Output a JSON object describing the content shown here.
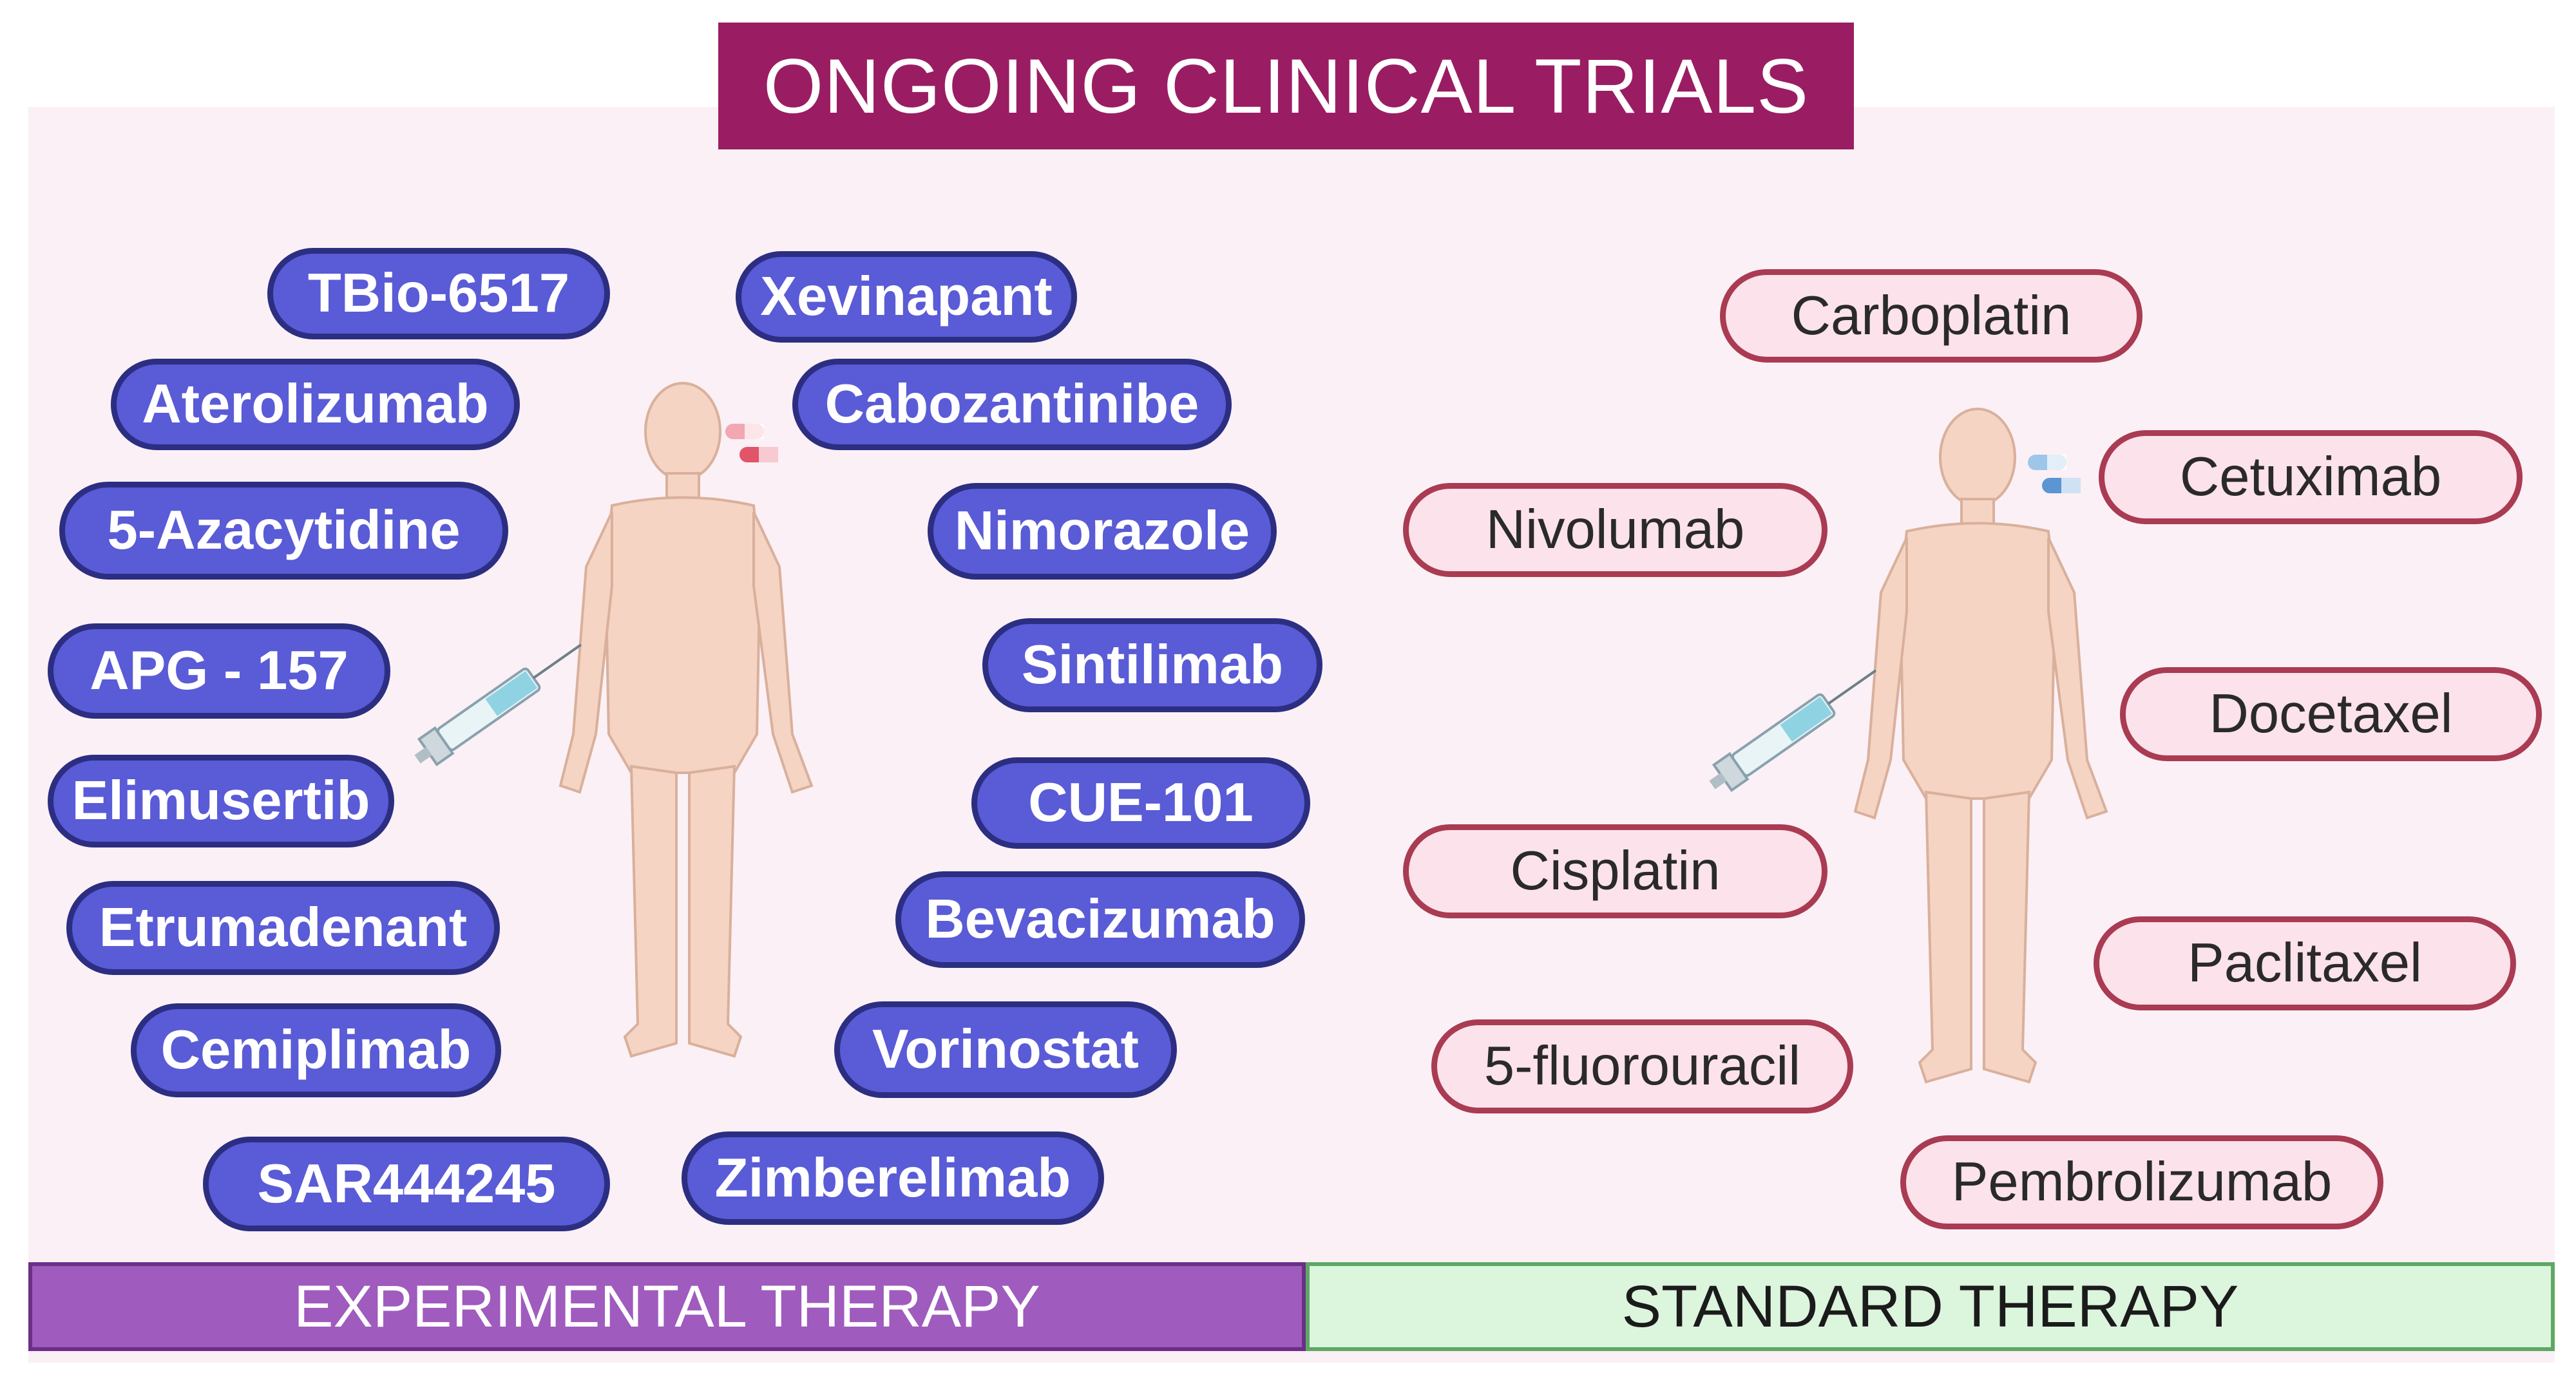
{
  "title": "ONGOING CLINICAL TRIALS",
  "experimental": {
    "label": "EXPERIMENTAL THERAPY",
    "drugs": [
      "TBio-6517",
      "Xevinapant",
      "Aterolizumab",
      "Cabozantinibe",
      "5-Azacytidine",
      "Nimorazole",
      "APG - 157",
      "Sintilimab",
      "Elimusertib",
      "CUE-101",
      "Etrumadenant",
      "Bevacizumab",
      "Cemiplimab",
      "Vorinostat",
      "SAR444245",
      "Zimberelimab"
    ]
  },
  "standard": {
    "label": "STANDARD THERAPY",
    "drugs": [
      "Carboplatin",
      "Cetuximab",
      "Nivolumab",
      "Docetaxel",
      "Cisplatin",
      "Paclitaxel",
      "5-fluorouracil",
      "Pembrolizumab"
    ]
  },
  "colors": {
    "title_bg": "#9a1d63",
    "experimental_pill": "#5a5bd6",
    "standard_pill": "#fce2ea",
    "experimental_bar": "#9f5bbd",
    "standard_bar": "#dcf5dd"
  }
}
